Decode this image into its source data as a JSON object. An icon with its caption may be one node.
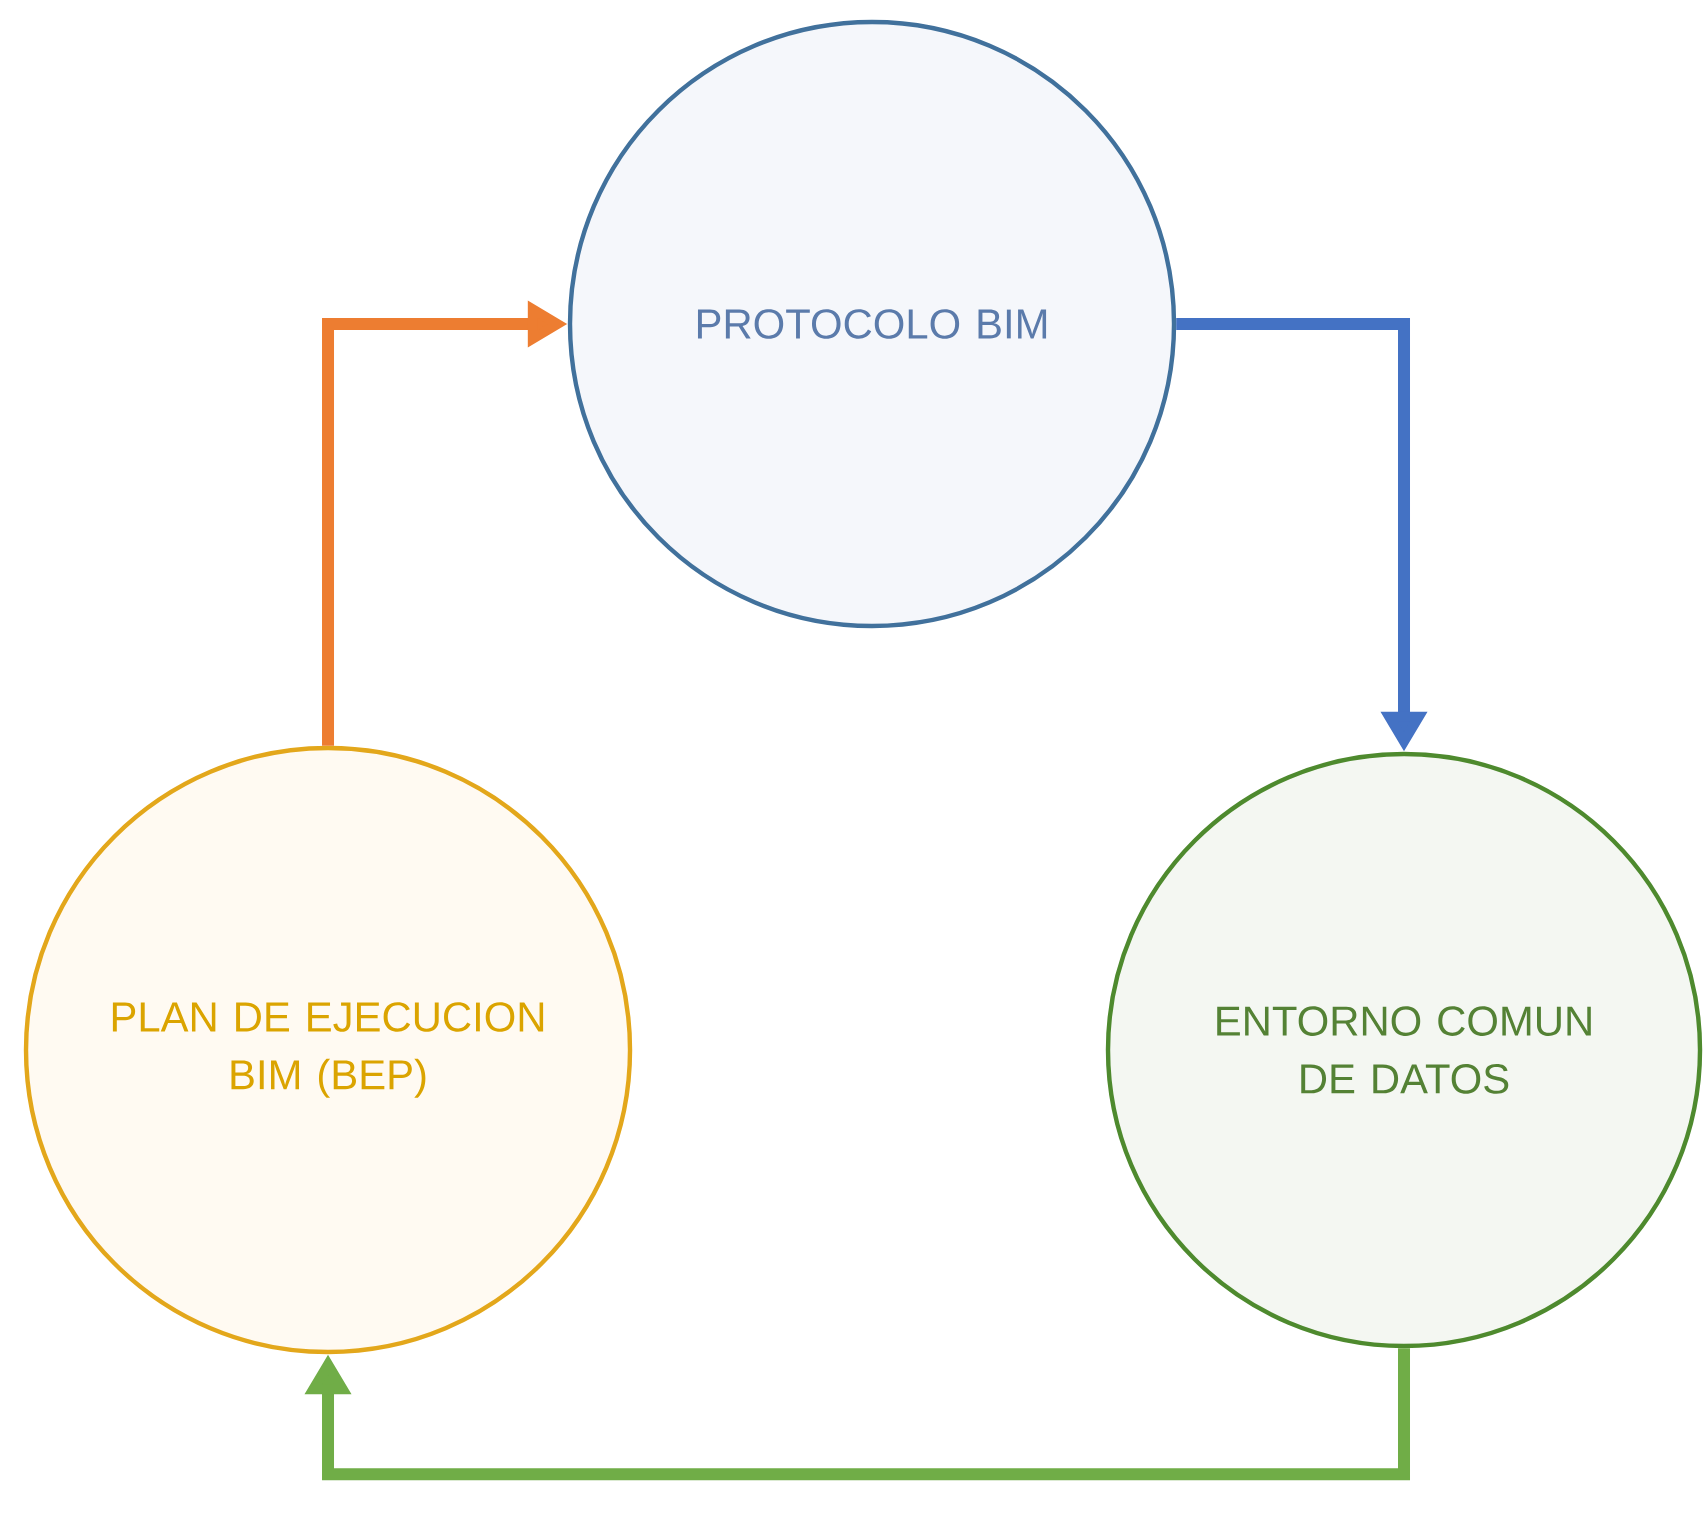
{
  "diagram": {
    "nodes": [
      {
        "text": [
          "PROTOCOLO BIM"
        ]
      },
      {
        "text": [
          "PLAN DE EJECUCION BIM (BEP)"
        ]
      },
      {
        "text": [
          "ENTORNO COMUN DE DATOS"
        ]
      }
    ],
    "edges": [
      {
        "from": 1,
        "to": 0,
        "arrow": "to",
        "color": "#ed7d31"
      },
      {
        "from": 0,
        "to": 2,
        "arrow": "to",
        "color": "#4472c4"
      },
      {
        "from": 2,
        "to": 1,
        "arrow": "to",
        "color": "#70ad47"
      }
    ]
  }
}
